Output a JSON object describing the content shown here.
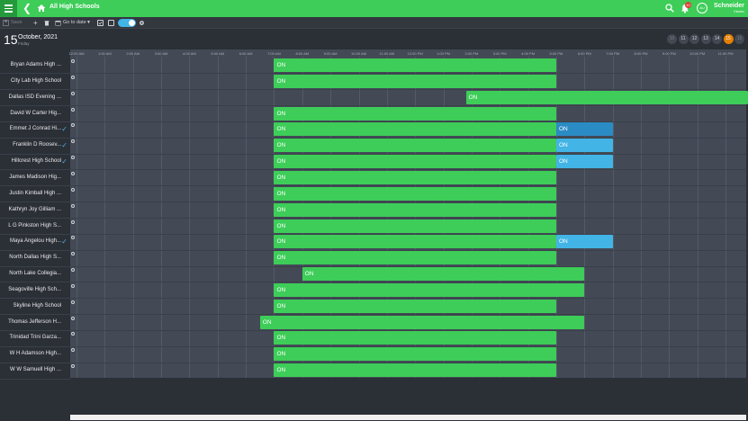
{
  "topbar": {
    "title": "All High Schools",
    "notification_count": "10",
    "avatar_initials": "AU",
    "brand_name": "Schneider",
    "brand_sub": "Electric"
  },
  "toolbar": {
    "save_label": "Save",
    "goto_label": "Go to date"
  },
  "date": {
    "day": "15",
    "month_year": "October, 2021",
    "weekday": "Friday"
  },
  "day_pills": [
    "10",
    "11",
    "12",
    "13",
    "14",
    "15",
    "16"
  ],
  "hours": [
    "12:00 AM",
    "1:00 AM",
    "2:00 AM",
    "3:00 AM",
    "4:00 AM",
    "5:00 AM",
    "6:00 AM",
    "7:00 AM",
    "8:00 AM",
    "9:00 AM",
    "10:00 AM",
    "11:00 AM",
    "12:00 PM",
    "1:00 PM",
    "2:00 PM",
    "3:00 PM",
    "4:00 PM",
    "5:00 PM",
    "6:00 PM",
    "7:00 PM",
    "8:00 PM",
    "9:00 PM",
    "10:00 PM",
    "11:00 PM"
  ],
  "schedule": {
    "on_label": "ON",
    "rows": [
      {
        "name": "Bryan Adams High ...",
        "check": false,
        "events": [
          {
            "start": 7.0,
            "end": 17.0,
            "kind": "green"
          }
        ]
      },
      {
        "name": "City Lab High School",
        "check": false,
        "events": [
          {
            "start": 7.0,
            "end": 17.0,
            "kind": "green"
          }
        ]
      },
      {
        "name": "Dallas ISD Evening ...",
        "check": false,
        "events": [
          {
            "start": 13.8,
            "end": 23.8,
            "kind": "green"
          }
        ]
      },
      {
        "name": "David W Carter Hig...",
        "check": false,
        "events": [
          {
            "start": 7.0,
            "end": 17.0,
            "kind": "green"
          }
        ]
      },
      {
        "name": "Emmet J Conrad Hi...",
        "check": true,
        "events": [
          {
            "start": 7.0,
            "end": 17.0,
            "kind": "green"
          },
          {
            "start": 17.0,
            "end": 19.0,
            "kind": "blue-dark"
          }
        ]
      },
      {
        "name": "Franklin D Roosev...",
        "check": true,
        "events": [
          {
            "start": 7.0,
            "end": 17.0,
            "kind": "green"
          },
          {
            "start": 17.0,
            "end": 19.0,
            "kind": "blue"
          }
        ]
      },
      {
        "name": "Hillcrest High School",
        "check": true,
        "events": [
          {
            "start": 7.0,
            "end": 17.0,
            "kind": "green"
          },
          {
            "start": 17.0,
            "end": 19.0,
            "kind": "blue"
          }
        ]
      },
      {
        "name": "James Madison Hig...",
        "check": false,
        "events": [
          {
            "start": 7.0,
            "end": 17.0,
            "kind": "green"
          }
        ]
      },
      {
        "name": "Justin Kimball High ...",
        "check": false,
        "events": [
          {
            "start": 7.0,
            "end": 17.0,
            "kind": "green"
          }
        ]
      },
      {
        "name": "Kathryn Joy Gilliam ...",
        "check": false,
        "events": [
          {
            "start": 7.0,
            "end": 17.0,
            "kind": "green"
          }
        ]
      },
      {
        "name": "L G Pinkston High S...",
        "check": false,
        "events": [
          {
            "start": 7.0,
            "end": 17.0,
            "kind": "green"
          }
        ]
      },
      {
        "name": "Maya Angelou High...",
        "check": true,
        "events": [
          {
            "start": 7.0,
            "end": 17.0,
            "kind": "green"
          },
          {
            "start": 17.0,
            "end": 19.0,
            "kind": "blue"
          }
        ]
      },
      {
        "name": "North Dallas High S...",
        "check": false,
        "events": [
          {
            "start": 7.0,
            "end": 17.0,
            "kind": "green"
          }
        ]
      },
      {
        "name": "North Lake Collegia...",
        "check": false,
        "events": [
          {
            "start": 8.0,
            "end": 18.0,
            "kind": "green"
          }
        ]
      },
      {
        "name": "Seagoville High Sch...",
        "check": false,
        "events": [
          {
            "start": 7.0,
            "end": 18.0,
            "kind": "green"
          }
        ]
      },
      {
        "name": "Skyline High School",
        "check": false,
        "events": [
          {
            "start": 7.0,
            "end": 17.0,
            "kind": "green"
          }
        ]
      },
      {
        "name": "Thomas Jefferson H...",
        "check": false,
        "events": [
          {
            "start": 6.5,
            "end": 18.0,
            "kind": "green"
          }
        ]
      },
      {
        "name": "Trinidad Trini Garza...",
        "check": false,
        "events": [
          {
            "start": 7.0,
            "end": 17.0,
            "kind": "green"
          }
        ]
      },
      {
        "name": "W H Adamson High...",
        "check": false,
        "events": [
          {
            "start": 7.0,
            "end": 17.0,
            "kind": "green"
          }
        ]
      },
      {
        "name": "W W Samuell High ...",
        "check": false,
        "events": [
          {
            "start": 7.0,
            "end": 17.0,
            "kind": "green"
          }
        ]
      }
    ]
  }
}
